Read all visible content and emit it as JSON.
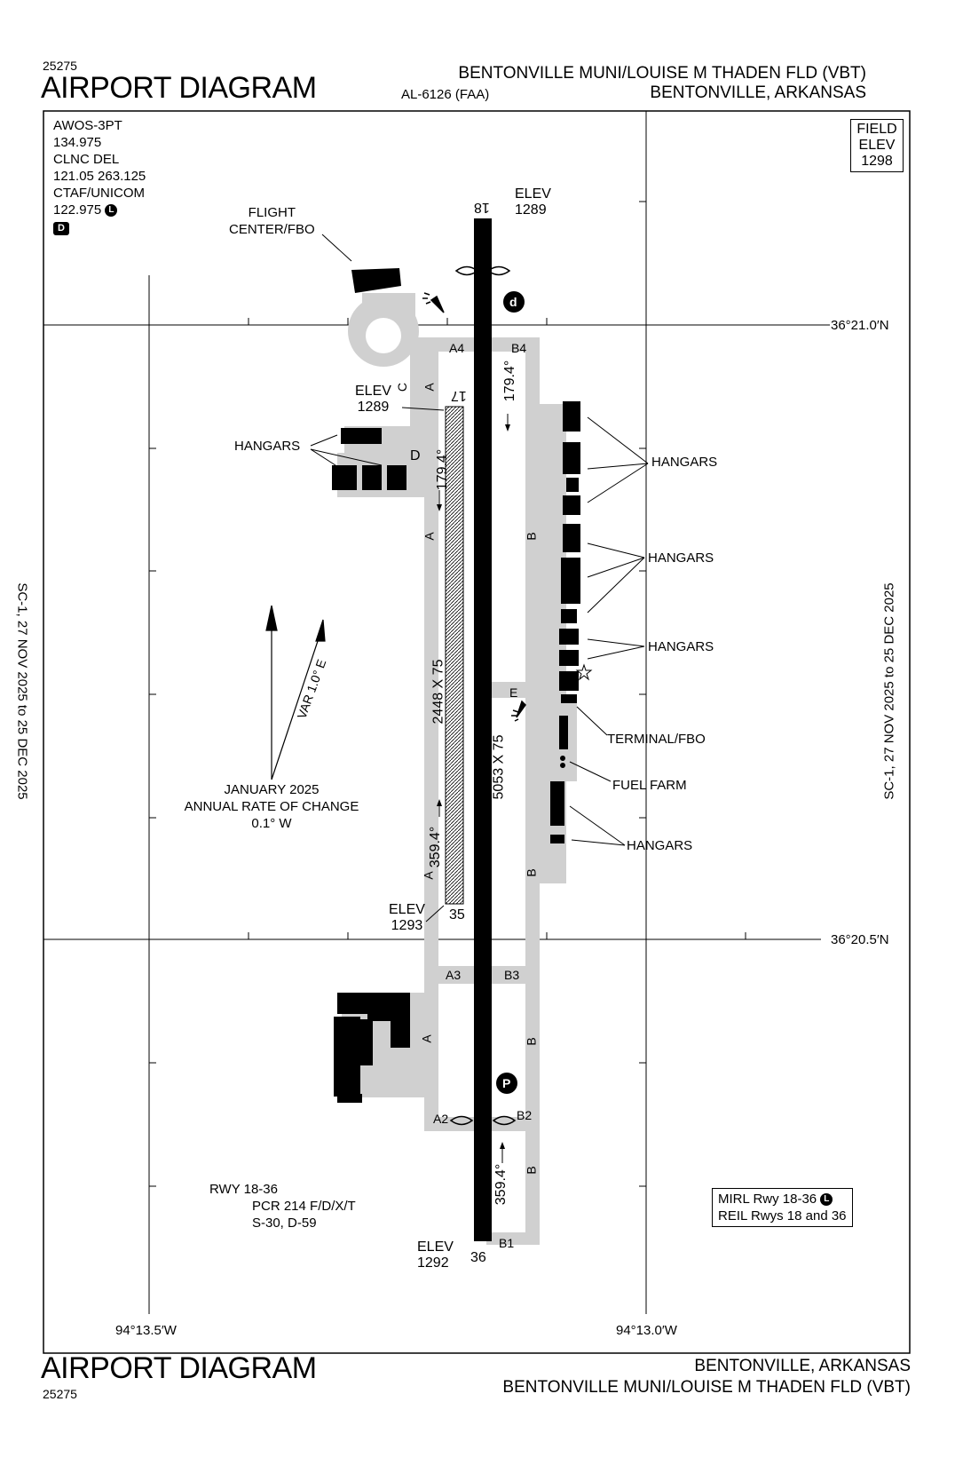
{
  "header": {
    "chart_number_top": "25275",
    "title_top": "AIRPORT DIAGRAM",
    "doc_number": "AL-6126 (FAA)",
    "airport_name": "BENTONVILLE MUNI/LOUISE M THADEN FLD (VBT)",
    "city_state": "BENTONVILLE, ARKANSAS"
  },
  "footer": {
    "title_bottom": "AIRPORT DIAGRAM",
    "chart_number_bottom": "25275",
    "city_state": "BENTONVILLE, ARKANSAS",
    "airport_name": "BENTONVILLE MUNI/LOUISE M THADEN FLD (VBT)"
  },
  "side_text": {
    "left": "SC-1, 27 NOV 2025 to 25 DEC 2025",
    "right": "SC-1, 27 NOV 2025 to 25 DEC 2025"
  },
  "comms": {
    "line1": "AWOS-3PT",
    "line2": "134.975",
    "line3": "CLNC DEL",
    "line4": "121.05  263.125",
    "line5": "CTAF/UNICOM",
    "line6": "122.975",
    "pcl_symbol": "L",
    "d_symbol": "D"
  },
  "field_elev": {
    "line1": "FIELD",
    "line2": "ELEV",
    "value": "1298"
  },
  "coordinates": {
    "lat_north": "36°21.0′N",
    "lat_south": "36°20.5′N",
    "lon_west": "94°13.5′W",
    "lon_east": "94°13.0′W"
  },
  "runways": {
    "main": {
      "end_north": "18",
      "end_south": "36",
      "dimensions": "5053 X 75",
      "heading_north": "179.4°",
      "heading_south": "359.4°",
      "elev_north_label": "ELEV",
      "elev_north": "1289",
      "elev_south_label": "ELEV",
      "elev_south": "1292"
    },
    "secondary": {
      "end_north": "17",
      "end_south": "35",
      "dimensions": "2448 X 75",
      "heading_north": "179.4°",
      "heading_south": "359.4°",
      "elev_north_label": "ELEV",
      "elev_north": "1289",
      "elev_south_label": "ELEV",
      "elev_south": "1293"
    }
  },
  "taxiways": {
    "A": "A",
    "A2": "A2",
    "A3": "A3",
    "A4": "A4",
    "B": "B",
    "B1": "B1",
    "B2": "B2",
    "B3": "B3",
    "B4": "B4",
    "C": "C",
    "D": "D",
    "E": "E"
  },
  "labels": {
    "flight_center": "FLIGHT\nCENTER/FBO",
    "hangars": "HANGARS",
    "terminal_fbo": "TERMINAL/FBO",
    "fuel_farm": "FUEL FARM",
    "magnetic": {
      "var": "VAR 1.0° E",
      "line1": "JANUARY 2025",
      "line2": "ANNUAL RATE OF CHANGE",
      "line3": "0.1° W"
    },
    "hot_spot_d": "d",
    "hot_spot_p": "P"
  },
  "runway_info": {
    "line1": "RWY 18-36",
    "line2": "PCR 214 F/D/X/T",
    "line3": "S-30, D-59"
  },
  "lighting": {
    "line1": "MIRL Rwy 18-36",
    "line2": "REIL Rwys 18 and 36",
    "pcl_symbol": "L"
  }
}
